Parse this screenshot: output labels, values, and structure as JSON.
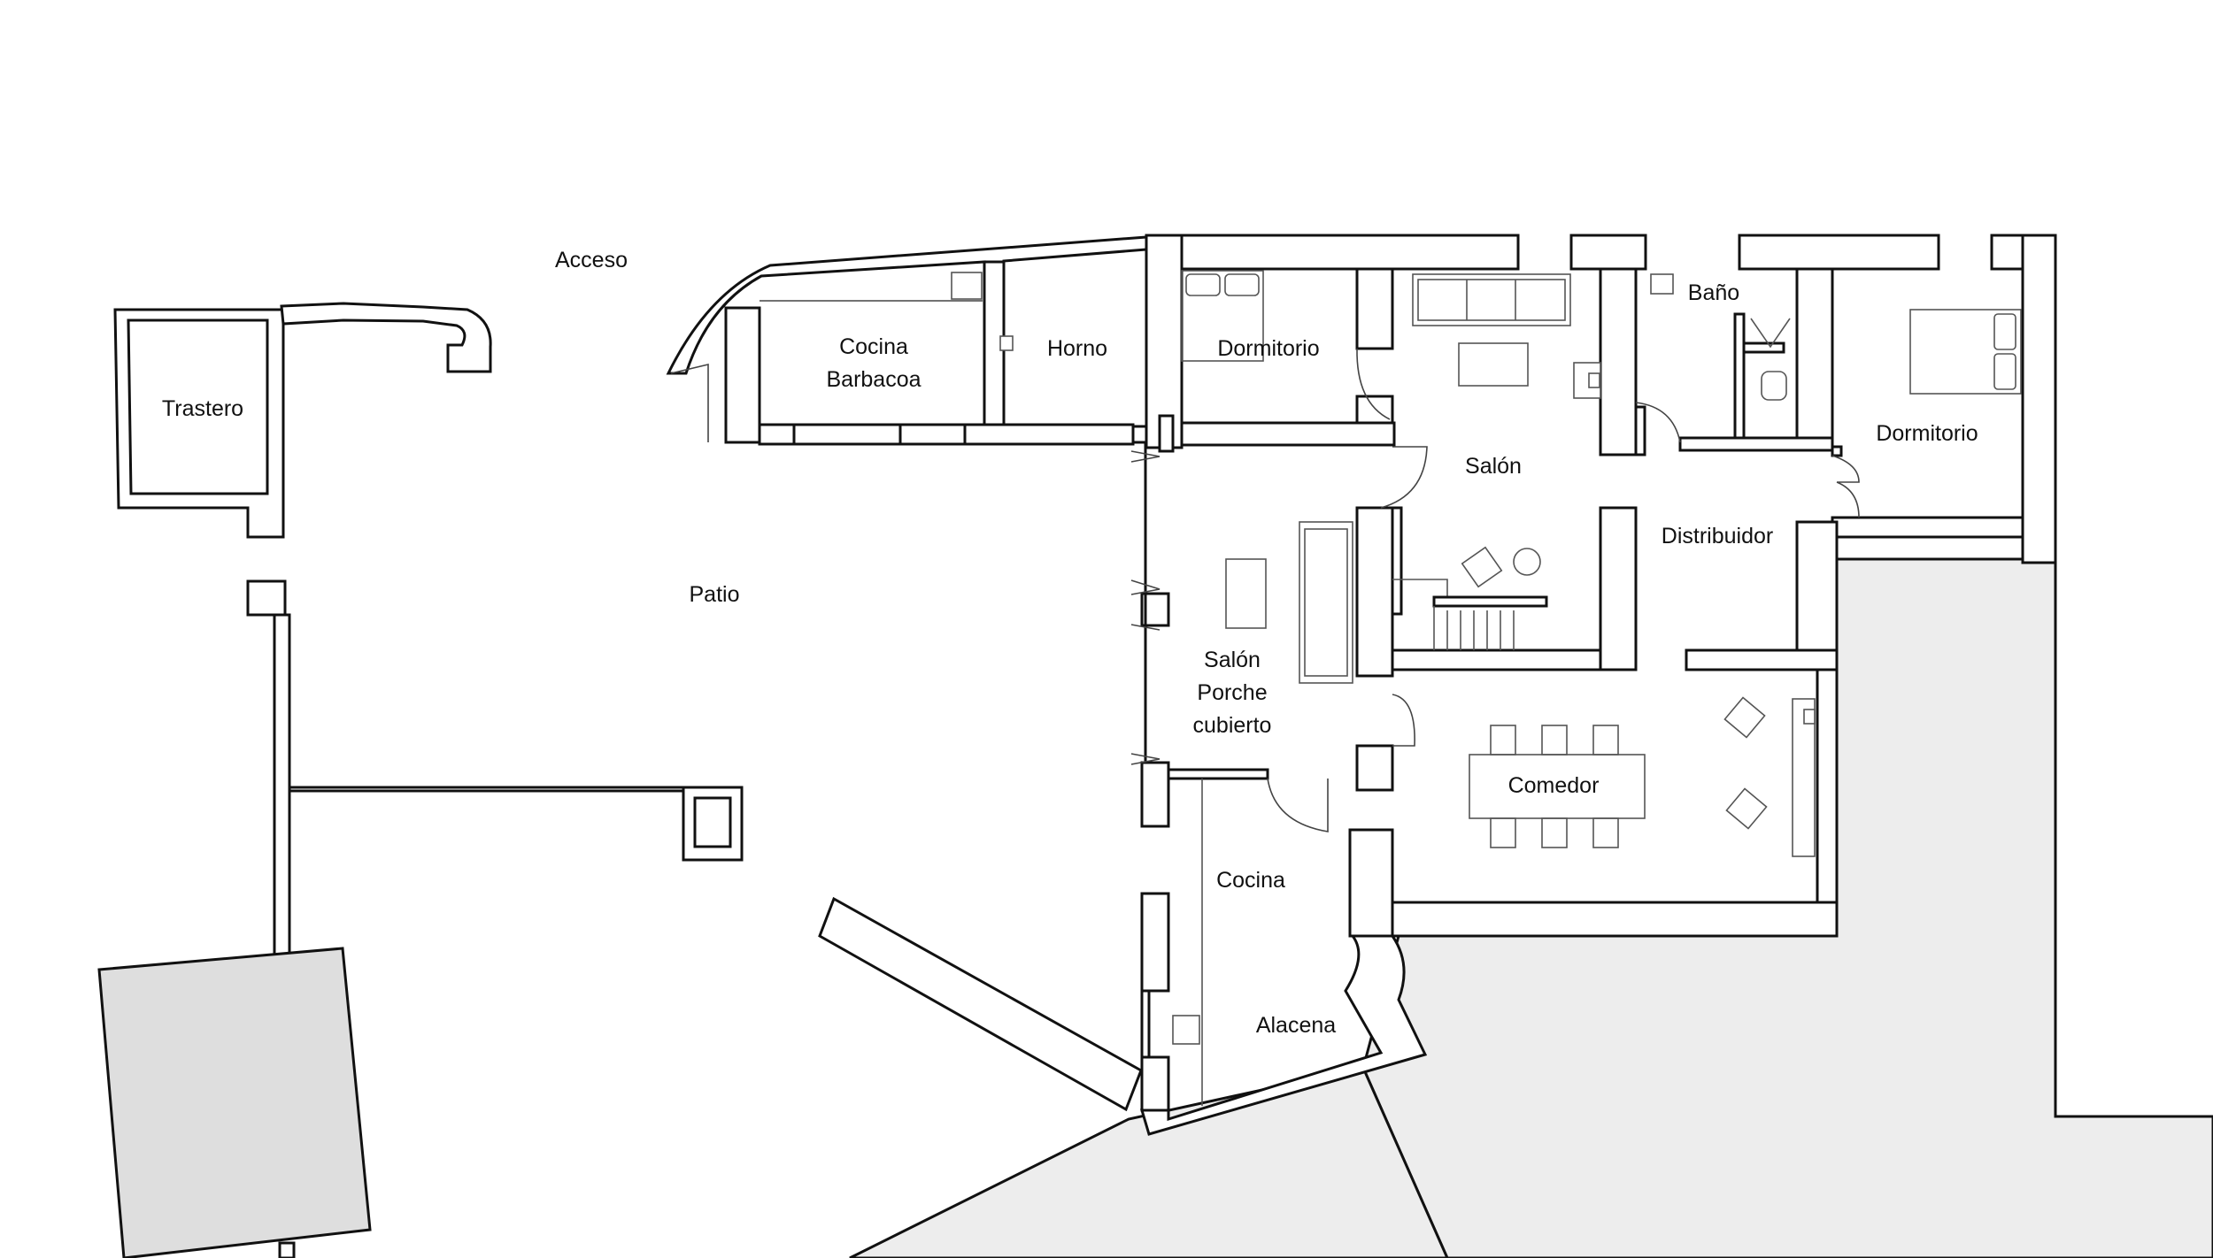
{
  "rooms": {
    "acceso": "Acceso",
    "trastero": "Trastero",
    "patio": "Patio",
    "cocina_barbacoa_1": "Cocina",
    "cocina_barbacoa_2": "Barbacoa",
    "horno": "Horno",
    "dormitorio_1": "Dormitorio",
    "salon": "Salón",
    "bano": "Baño",
    "dormitorio_2": "Dormitorio",
    "distribuidor": "Distribuidor",
    "salon_porche_1": "Salón",
    "salon_porche_2": "Porche",
    "salon_porche_3": "cubierto",
    "comedor": "Comedor",
    "cocina": "Cocina",
    "alacena": "Alacena"
  },
  "colors": {
    "wall": "#ffffff",
    "wall_stroke": "#111111",
    "terrain": "#ededed",
    "furniture": "#555555"
  }
}
